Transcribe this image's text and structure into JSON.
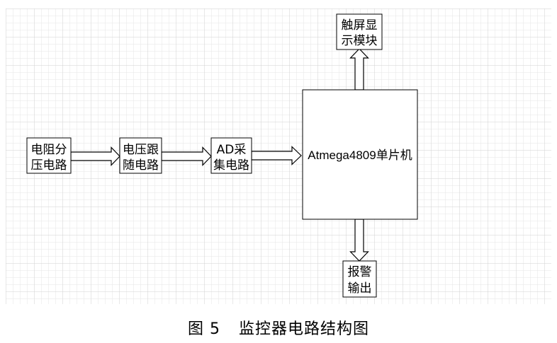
{
  "diagram": {
    "blocks": {
      "divider": {
        "line1": "电阻分",
        "line2": "压电路"
      },
      "follower": {
        "line1": "电压跟",
        "line2": "随电路"
      },
      "adc": {
        "line1": "AD采",
        "line2": "集电路"
      },
      "mcu": {
        "label": "Atmega4809单片机"
      },
      "display": {
        "line1": "触屏显",
        "line2": "示模块"
      },
      "alarm": {
        "line1": "报警",
        "line2": "输出"
      }
    }
  },
  "caption": {
    "number": "图 5",
    "title": "监控器电路结构图"
  }
}
